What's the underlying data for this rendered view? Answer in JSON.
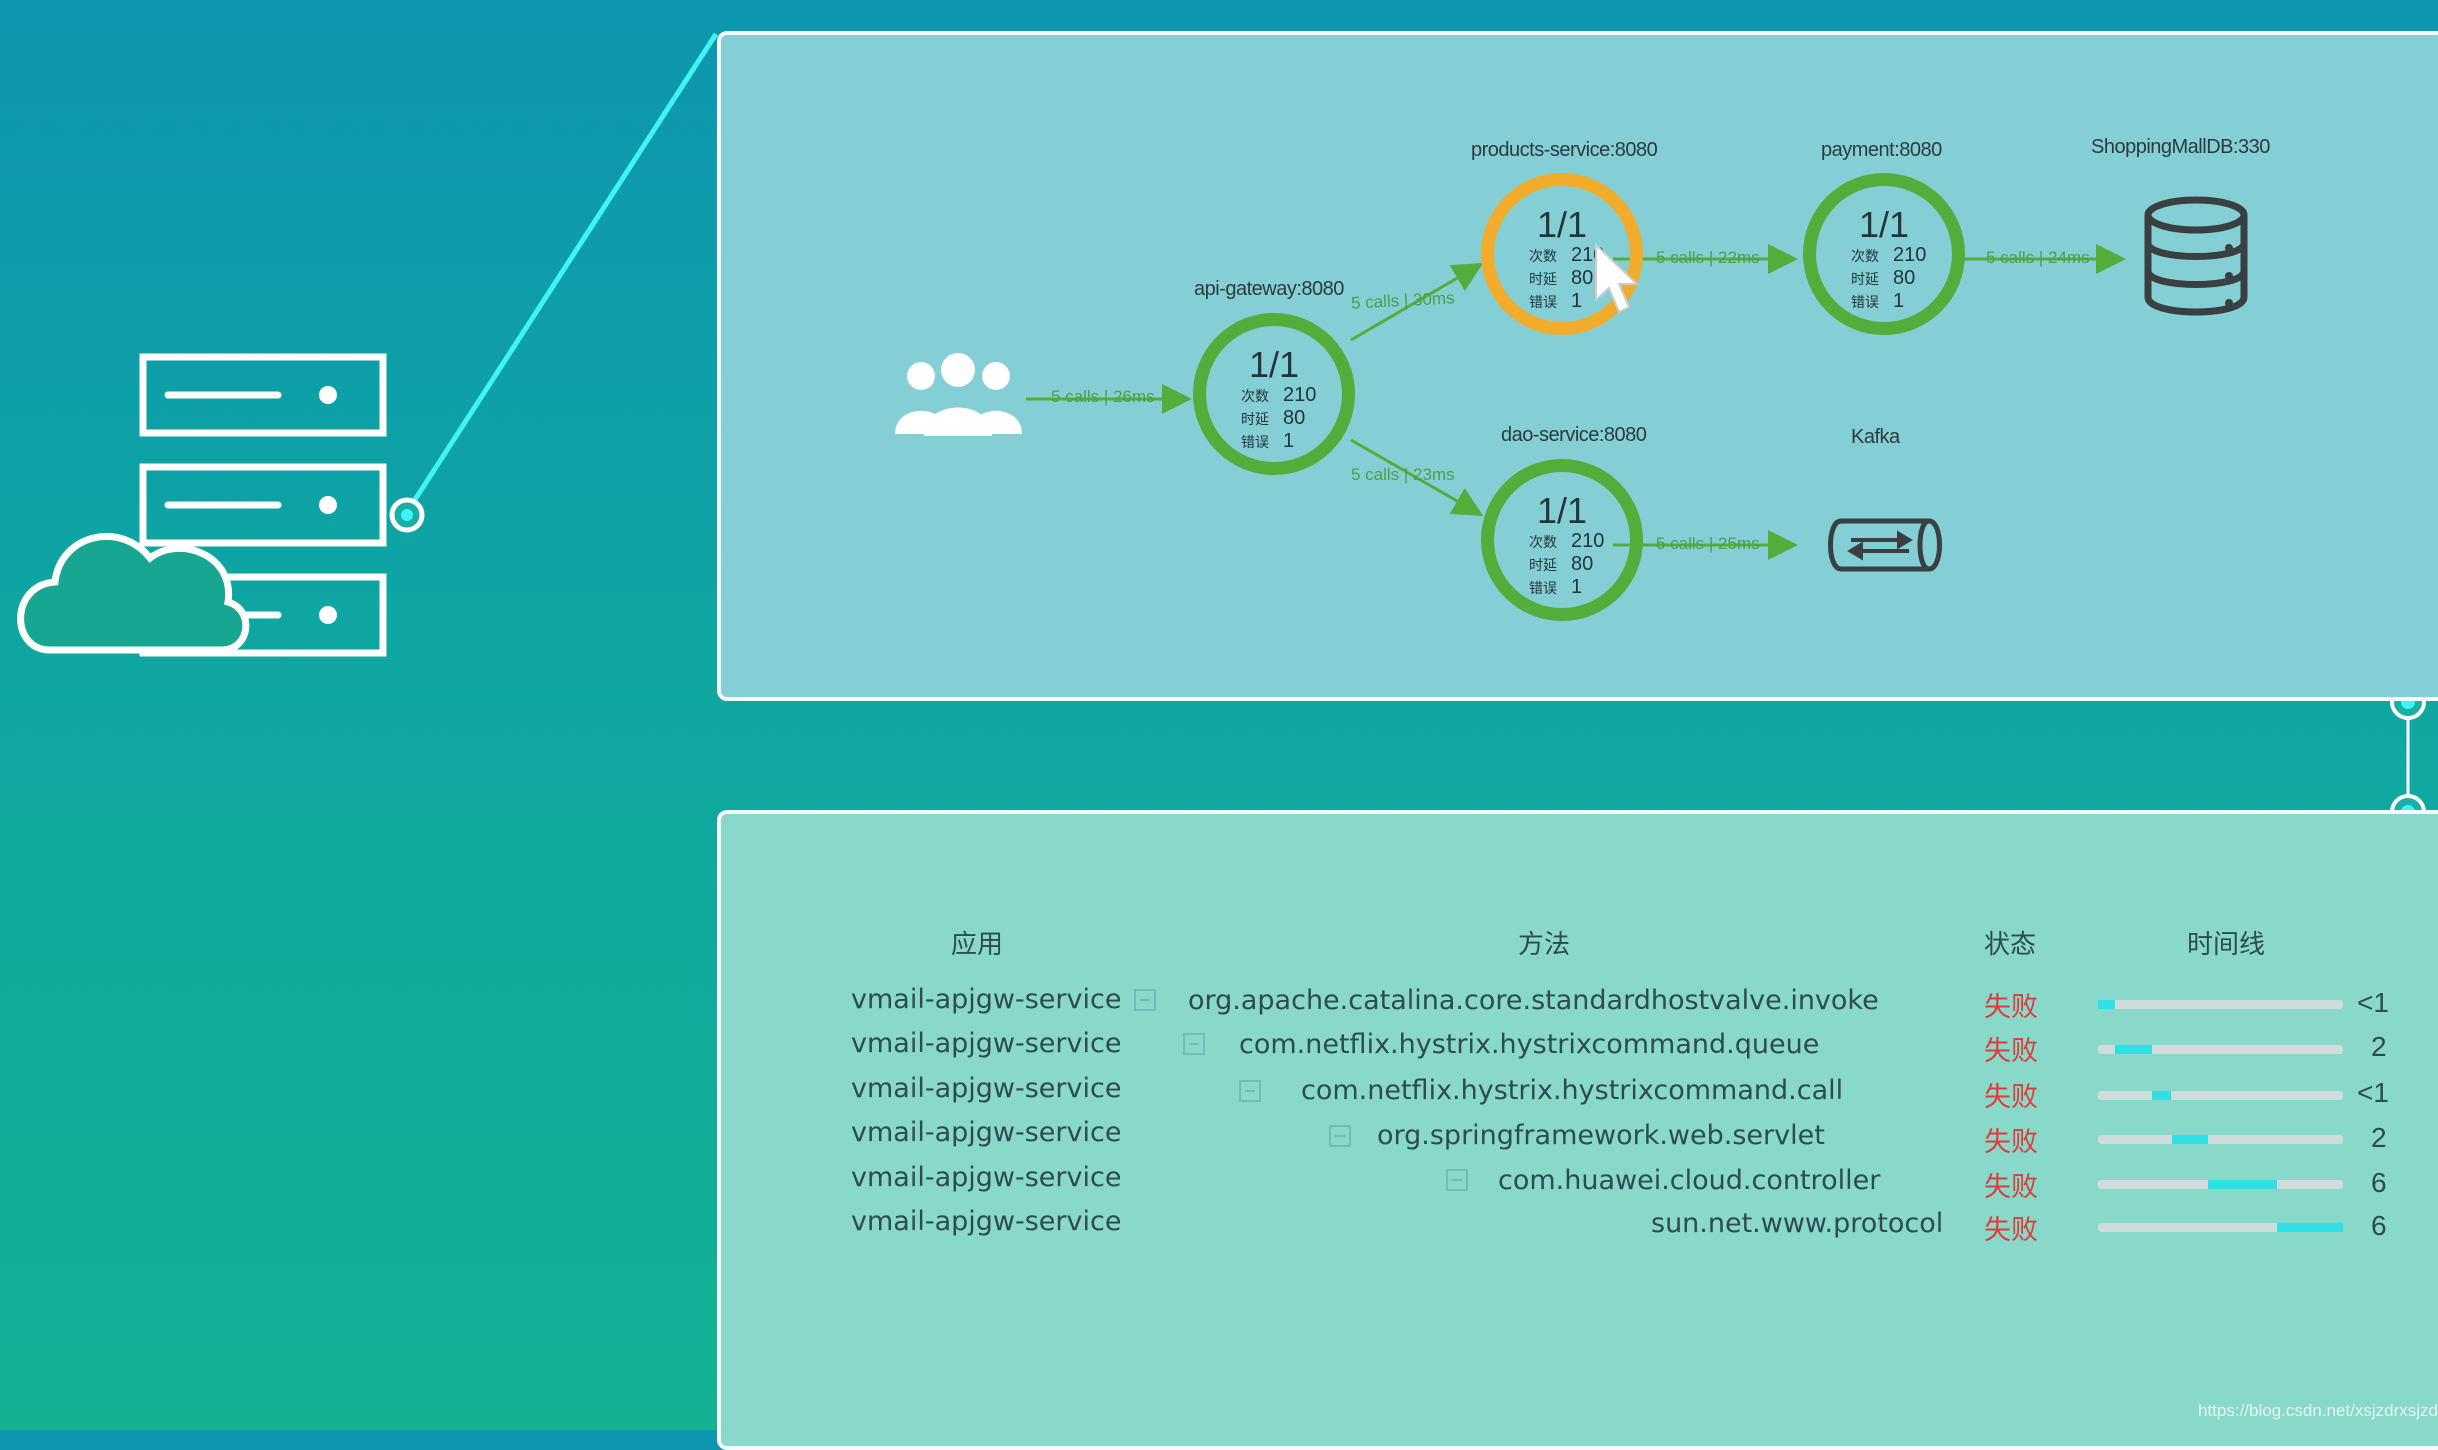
{
  "topology": {
    "nodes": {
      "api_gateway": {
        "name": "api-gateway:8080",
        "ratio": "1/1",
        "count": "210",
        "latency": "80",
        "errors": "1"
      },
      "products": {
        "name": "products-service:8080",
        "ratio": "1/1",
        "count": "210",
        "latency": "80",
        "errors": "1"
      },
      "payment": {
        "name": "payment:8080",
        "ratio": "1/1",
        "count": "210",
        "latency": "80",
        "errors": "1"
      },
      "dao": {
        "name": "dao-service:8080",
        "ratio": "1/1",
        "count": "210",
        "latency": "80",
        "errors": "1"
      },
      "db": {
        "name": "ShoppingMallDB:330"
      },
      "kafka": {
        "name": "Kafka"
      }
    },
    "stat_labels": {
      "count": "次数",
      "latency": "时延",
      "errors": "错误"
    },
    "edges": {
      "users_gateway": "5 calls | 26ms",
      "gateway_products": "5 calls | 30ms",
      "gateway_dao": "5 calls | 23ms",
      "products_payment": "5 calls | 22ms",
      "payment_db": "5 calls | 24ms",
      "dao_kafka": "5 calls | 25ms"
    },
    "colors": {
      "ok": "#52ad3a",
      "warn": "#f0ac2a",
      "edge": "#4aa14a"
    }
  },
  "trace": {
    "headers": {
      "app": "应用",
      "method": "方法",
      "status": "状态",
      "timeline": "时间线"
    },
    "rows": [
      {
        "app": "vmail-apjgw-service",
        "method": "org.apache.catalina.core.standardhostvalve.invoke",
        "status": "失败",
        "time": "<1",
        "start": 0.0,
        "end": 0.07
      },
      {
        "app": "vmail-apjgw-service",
        "method": "com.netflix.hystrix.hystrixcommand.queue",
        "status": "失败",
        "time": "2",
        "start": 0.07,
        "end": 0.22
      },
      {
        "app": "vmail-apjgw-service",
        "method": "com.netflix.hystrix.hystrixcommand.call",
        "status": "失败",
        "time": "<1",
        "start": 0.22,
        "end": 0.3
      },
      {
        "app": "vmail-apjgw-service",
        "method": "org.springframework.web.servlet",
        "status": "失败",
        "time": "2",
        "start": 0.3,
        "end": 0.45
      },
      {
        "app": "vmail-apjgw-service",
        "method": "com.huawei.cloud.controller",
        "status": "失败",
        "time": "6",
        "start": 0.45,
        "end": 0.73
      },
      {
        "app": "vmail-apjgw-service",
        "method": "sun.net.www.protocol",
        "status": "失败",
        "time": "6",
        "start": 0.73,
        "end": 1.0
      }
    ],
    "status_color": "#e03b3b",
    "bar_color": "#2fe0e6"
  },
  "watermark": "https://blog.csdn.net/xsjzdrxsjzdr"
}
